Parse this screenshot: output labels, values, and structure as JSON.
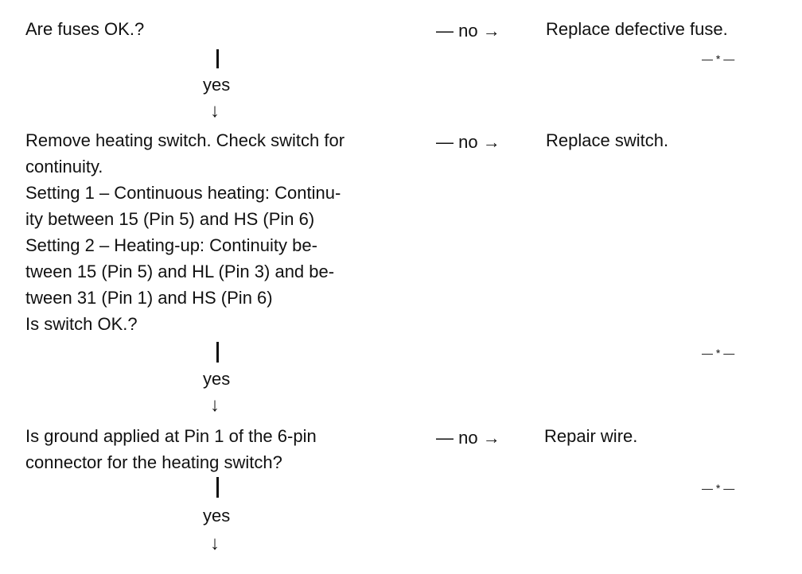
{
  "steps": [
    {
      "question_lines": [
        "Are fuses OK.?"
      ],
      "no_label": "— no →",
      "no_answer": "Replace defective fuse.",
      "end_mark": "— * —",
      "yes_label": "yes",
      "down_arrow": "↓"
    },
    {
      "question_lines": [
        "Remove heating switch. Check switch for",
        "continuity.",
        "Setting 1 – Continuous heating: Continu-",
        "ity between 15 (Pin 5) and HS (Pin 6)",
        "Setting 2 – Heating-up: Continuity be-",
        "tween 15 (Pin 5) and HL (Pin 3) and be-",
        "tween 31 (Pin 1) and HS (Pin 6)",
        "Is switch OK.?"
      ],
      "no_label": "— no →",
      "no_answer": "Replace switch.",
      "end_mark": "— * —",
      "yes_label": "yes",
      "down_arrow": "↓"
    },
    {
      "question_lines": [
        "Is ground applied at Pin 1 of the 6-pin",
        "connector for the heating switch?"
      ],
      "no_label": "— no →",
      "no_answer": "Repair wire.",
      "end_mark": "— * —",
      "yes_label": "yes",
      "down_arrow": "↓"
    }
  ]
}
